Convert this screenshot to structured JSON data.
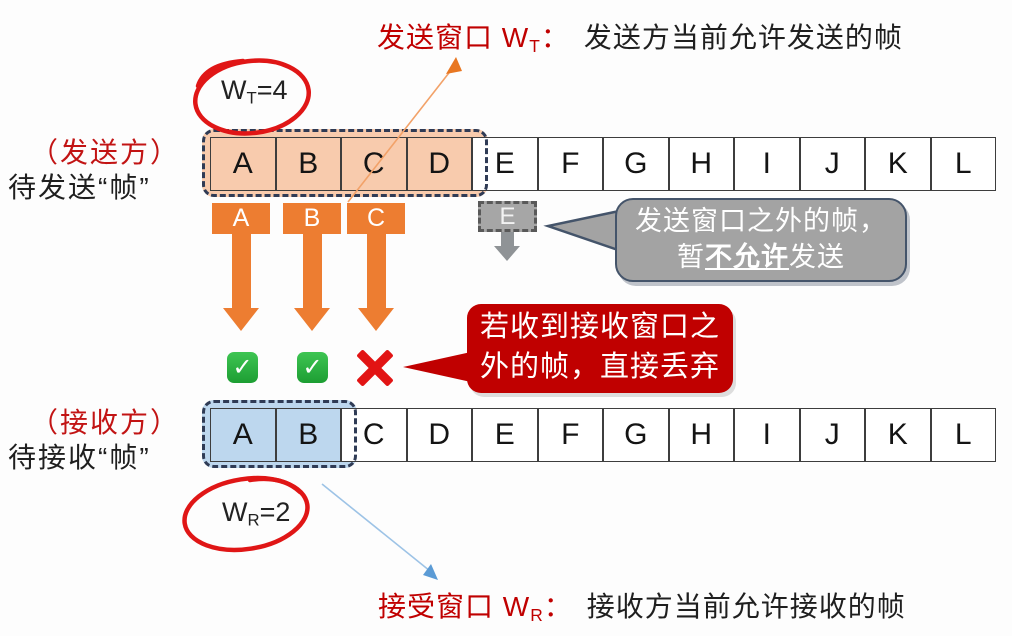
{
  "colors": {
    "sender_window_fill": "#F8CBAD",
    "receiver_window_fill": "#BDD7EE",
    "arrow_orange": "#ED7D31",
    "bubble_gray": "#A3A3A3",
    "bubble_red": "#C00000",
    "caption_red": "#C00000",
    "annotation_red": "#E01616"
  },
  "captions": {
    "top": {
      "red_text": "发送窗口 W",
      "red_sub": "T",
      "red_colon": "：",
      "black_text": "发送方当前允许发送的帧"
    },
    "bottom": {
      "red_text": "接受窗口 W",
      "red_sub": "R",
      "red_colon": "：",
      "black_text": "接收方当前允许接收的帧"
    }
  },
  "sender": {
    "side_label_red": "（发送方）",
    "side_label_black": "待发送“帧”",
    "window_label": {
      "w": "W",
      "sub": "T",
      "eq": "=4"
    },
    "window_size": 4,
    "cells": [
      "A",
      "B",
      "C",
      "D",
      "E",
      "F",
      "G",
      "H",
      "I",
      "J",
      "K",
      "L"
    ]
  },
  "receiver": {
    "side_label_red": "（接收方）",
    "side_label_black": "待接收“帧”",
    "window_label": {
      "w": "W",
      "sub": "R",
      "eq": "=2"
    },
    "window_size": 2,
    "cells": [
      "A",
      "B",
      "C",
      "D",
      "E",
      "F",
      "G",
      "H",
      "I",
      "J",
      "K",
      "L"
    ]
  },
  "transmission": {
    "sent_frames": [
      "A",
      "B",
      "C"
    ],
    "outside_frame": "E",
    "results": [
      "delivered",
      "delivered",
      "discarded"
    ]
  },
  "bubbles": {
    "gray": {
      "line1": "发送窗口之外的帧，",
      "line2_pre": "暂",
      "line2_underline": "不允许",
      "line2_post": "发送"
    },
    "red": {
      "line1": "若收到接收窗口之",
      "line2": "外的帧，直接丢弃"
    }
  }
}
